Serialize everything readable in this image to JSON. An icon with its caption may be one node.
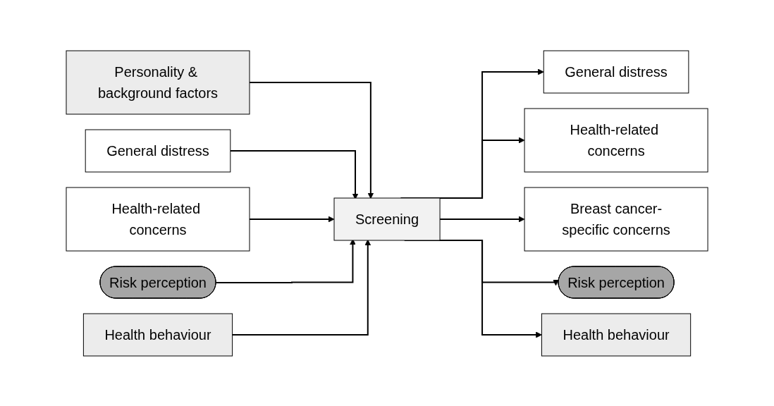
{
  "diagram": {
    "nodes": [
      {
        "text": [
          "Personality & background factors"
        ]
      },
      {
        "text": [
          "General distress"
        ]
      },
      {
        "text": [
          "Health-related concerns"
        ]
      },
      {
        "text": [
          "Risk perception"
        ]
      },
      {
        "text": [
          "Health behaviour"
        ]
      },
      {
        "text": [
          "Screening"
        ]
      },
      {
        "text": [
          "General distress"
        ]
      },
      {
        "text": [
          "Health-related concerns"
        ]
      },
      {
        "text": [
          "Breast cancer-specific concerns"
        ]
      },
      {
        "text": [
          "Risk perception"
        ]
      },
      {
        "text": [
          "Health behaviour"
        ]
      }
    ],
    "edges": [
      {
        "from": 0,
        "to": 5,
        "arrow": "to"
      },
      {
        "from": 1,
        "to": 5,
        "arrow": "to"
      },
      {
        "from": 2,
        "to": 5,
        "arrow": "to"
      },
      {
        "from": 3,
        "to": 5,
        "arrow": "to"
      },
      {
        "from": 4,
        "to": 5,
        "arrow": "to"
      },
      {
        "from": 5,
        "to": 6,
        "arrow": "to"
      },
      {
        "from": 5,
        "to": 7,
        "arrow": "to"
      },
      {
        "from": 5,
        "to": 8,
        "arrow": "to"
      },
      {
        "from": 5,
        "to": 9,
        "arrow": "to"
      },
      {
        "from": 5,
        "to": 10,
        "arrow": "to"
      }
    ]
  }
}
